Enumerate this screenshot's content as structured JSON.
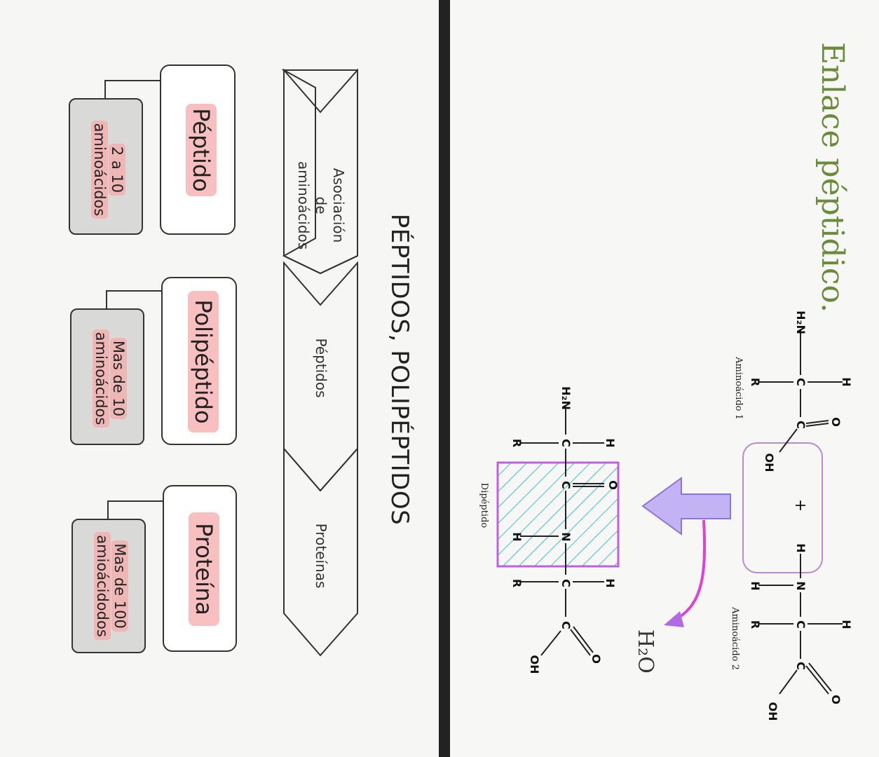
{
  "left_slide": {
    "title": "PÉPTIDOS, POLIPÉPTIDOS",
    "chevrons": [
      {
        "label": "Asociación\nde\naminoácidos"
      },
      {
        "label": "Péptidos"
      },
      {
        "label": "Proteínas"
      }
    ],
    "boxes": [
      {
        "main": "Péptido",
        "sub_line1": "2 a 10",
        "sub_line2": "aminoácidos"
      },
      {
        "main": "Polipéptido",
        "sub_line1": "Mas de 10",
        "sub_line2": "aminoácidos"
      },
      {
        "main": "Proteína",
        "sub_line1": "Mas de 100",
        "sub_line2": "amioácidodos"
      }
    ]
  },
  "right_slide": {
    "title": "Enlace péptidico.",
    "aa1_label": "Aminoácido 1",
    "aa2_label": "Aminoácido 2",
    "dipeptide_label": "Dipéptido",
    "water": "H₂O",
    "plus": "+",
    "atoms": {
      "h2n": "H₂N",
      "h": "H",
      "r": "R",
      "c": "C",
      "n": "N",
      "o": "O",
      "oh": "OH"
    }
  },
  "nav": {
    "back_icon": "‹"
  },
  "colors": {
    "divider": "#222222",
    "title_green": "#6a8c3a",
    "highlight_pink": "#f4aaaa",
    "arrow_purple": "#b9a6f2",
    "curved_arrow": "#e040d8",
    "hatch_teal": "#39c4c4",
    "box_border_violet": "#c060e0"
  }
}
